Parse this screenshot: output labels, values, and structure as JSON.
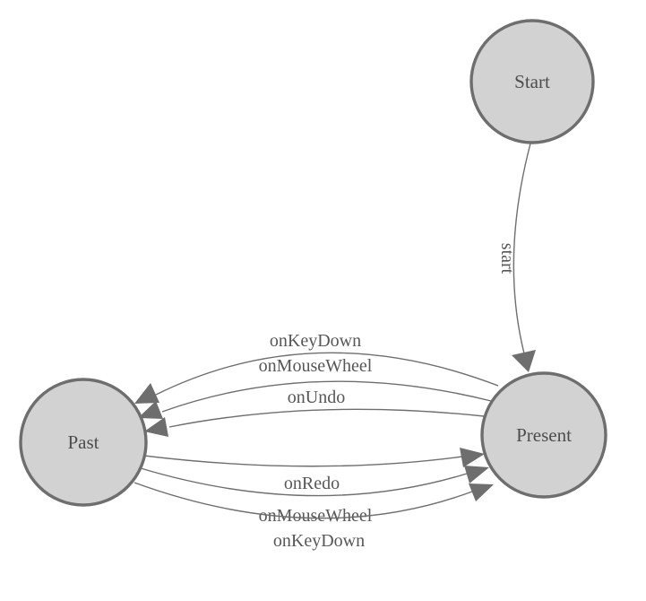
{
  "diagram": {
    "type": "state-machine",
    "nodes": [
      {
        "id": "start",
        "label": "Start"
      },
      {
        "id": "present",
        "label": "Present"
      },
      {
        "id": "past",
        "label": "Past"
      }
    ],
    "edges": [
      {
        "from": "start",
        "to": "present",
        "label": "start"
      },
      {
        "from": "present",
        "to": "past",
        "label": "onKeyDown"
      },
      {
        "from": "present",
        "to": "past",
        "label": "onMouseWheel"
      },
      {
        "from": "present",
        "to": "past",
        "label": "onUndo"
      },
      {
        "from": "past",
        "to": "present",
        "label": "onRedo"
      },
      {
        "from": "past",
        "to": "present",
        "label": "onMouseWheel"
      },
      {
        "from": "past",
        "to": "present",
        "label": "onKeyDown"
      }
    ],
    "colors": {
      "background": "#ffffff",
      "node_fill": "#d2d2d2",
      "node_stroke": "#6e6e6e",
      "edge_stroke": "#6e6e6e",
      "arrowhead_fill": "#6e6e6e",
      "label_color": "#4d4d4d"
    }
  }
}
